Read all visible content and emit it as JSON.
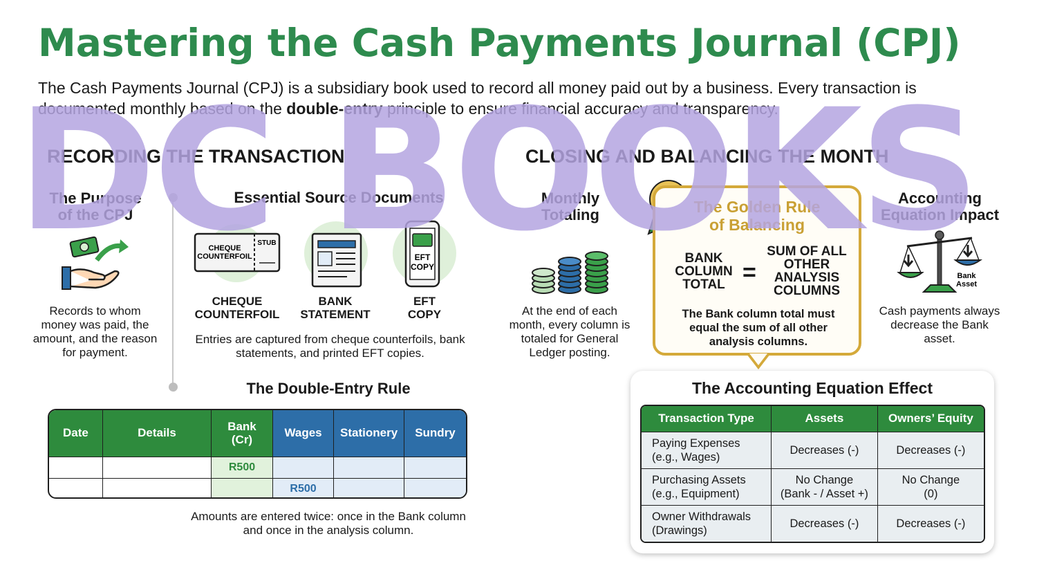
{
  "title": "Mastering the Cash Payments Journal (CPJ)",
  "intro": {
    "part1": "The Cash Payments Journal (CPJ) is a subsidiary book used to record all money paid out by a business. Every transaction is documented monthly based on the ",
    "bold": "double-entry",
    "part2": " principle to ensure financial accuracy and transparency."
  },
  "sections": {
    "left": "RECORDING THE TRANSACTION",
    "right": "CLOSING AND BALANCING THE MONTH"
  },
  "purpose": {
    "title_line1": "The Purpose",
    "title_line2": "of the CPJ",
    "text": "Records to whom money was paid, the amount, and the reason for payment."
  },
  "source_docs": {
    "title": "Essential Source Documents",
    "cheque_icon_line1": "CHEQUE",
    "cheque_icon_line2": "COUNTERFOIL",
    "stub": "STUB",
    "eft_icon_line1": "EFT",
    "eft_icon_line2": "COPY",
    "labels": [
      {
        "line1": "CHEQUE",
        "line2": "COUNTERFOIL"
      },
      {
        "line1": "BANK",
        "line2": "STATEMENT"
      },
      {
        "line1": "EFT",
        "line2": "COPY"
      }
    ],
    "text": "Entries are captured from cheque counterfoils, bank statements, and printed EFT copies."
  },
  "double_entry": {
    "title": "The Double-Entry Rule",
    "headers": [
      "Date",
      "Details",
      "Bank (Cr)",
      "Wages",
      "Stationery",
      "Sundry"
    ],
    "bank_value": "R500",
    "wages_value": "R500",
    "caption": "Amounts are entered twice: once in the Bank column and once in the analysis column."
  },
  "monthly": {
    "title_line1": "Monthly",
    "title_line2": "Totaling",
    "text": "At the end of each month, every column is totaled for General Ledger posting."
  },
  "golden_rule": {
    "title_line1": "The Golden Rule",
    "title_line2": "of Balancing",
    "left": [
      "BANK",
      "COLUMN",
      "TOTAL"
    ],
    "sign": "=",
    "right": [
      "SUM OF ALL",
      "OTHER",
      "ANALYSIS",
      "COLUMNS"
    ],
    "text": "The Bank column total must equal the sum of all other analysis columns."
  },
  "equation_impact": {
    "title_line1": "Accounting",
    "title_line2": "Equation Impact",
    "icon_label_line1": "Bank",
    "icon_label_line2": "Asset",
    "text": "Cash payments always decrease the Bank asset."
  },
  "effect": {
    "title": "The Accounting Equation Effect",
    "headers": [
      "Transaction Type",
      "Assets",
      "Owners’ Equity"
    ],
    "rows": [
      {
        "type1": "Paying Expenses",
        "type2": "(e.g., Wages)",
        "assets1": "Decreases (-)",
        "assets2": "",
        "equity1": "Decreases (-)",
        "equity2": ""
      },
      {
        "type1": "Purchasing Assets",
        "type2": "(e.g., Equipment)",
        "assets1": "No Change",
        "assets2": "(Bank - / Asset +)",
        "equity1": "No Change",
        "equity2": "(0)"
      },
      {
        "type1": "Owner Withdrawals",
        "type2": "(Drawings)",
        "assets1": "Decreases (-)",
        "assets2": "",
        "equity1": "Decreases (-)",
        "equity2": ""
      }
    ]
  },
  "watermark": "DC BOOKS",
  "colors": {
    "title_green": "#2e8b4e",
    "table_green": "#2e8b3d",
    "table_blue": "#2d6ea8",
    "gold": "#d4a93a",
    "watermark": "#b4a5e1"
  }
}
